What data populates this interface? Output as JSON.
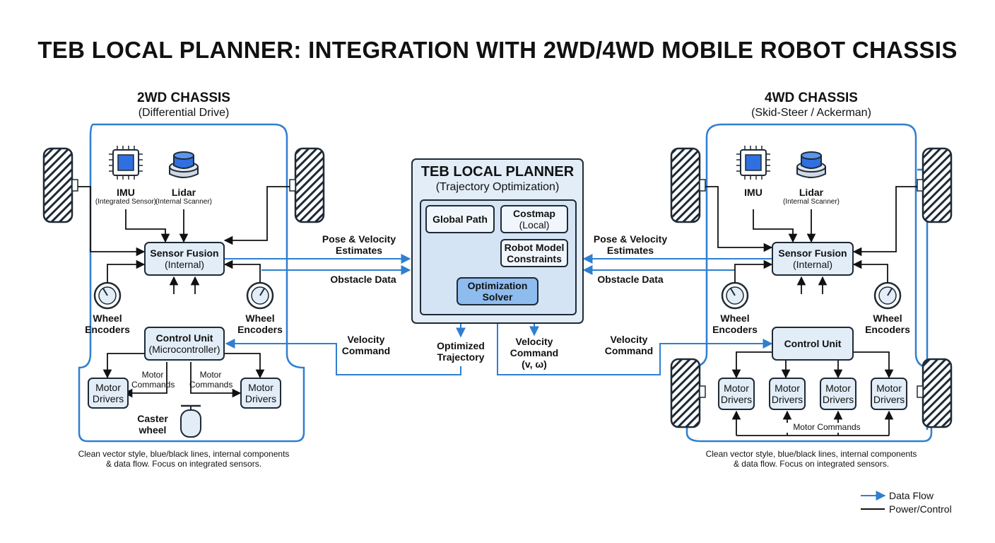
{
  "title": "TEB LOCAL PLANNER: INTEGRATION WITH 2WD/4WD MOBILE ROBOT CHASSIS",
  "left_chassis": {
    "title": "2WD CHASSIS",
    "subtitle": "(Differential Drive)",
    "imu": {
      "label": "IMU",
      "sub": "(Integrated Sensor)"
    },
    "lidar": {
      "label": "Lidar",
      "sub": "(Internal Scanner)"
    },
    "sensor_fusion": {
      "line1": "Sensor Fusion",
      "line2": "(Internal)"
    },
    "wheel_encoders_left": {
      "line1": "Wheel",
      "line2": "Encoders"
    },
    "wheel_encoders_right": {
      "line1": "Wheel",
      "line2": "Encoders"
    },
    "control_unit": {
      "line1": "Control Unit",
      "line2": "(Microcontroller)"
    },
    "motor_commands_left": {
      "line1": "Motor",
      "line2": "Commands"
    },
    "motor_commands_right": {
      "line1": "Motor",
      "line2": "Commands"
    },
    "motor_drivers_left": {
      "line1": "Motor",
      "line2": "Drivers"
    },
    "motor_drivers_right": {
      "line1": "Motor",
      "line2": "Drivers"
    },
    "caster": {
      "line1": "Caster",
      "line2": "wheel"
    },
    "note": {
      "line1": "Clean vector style, blue/black lines, internal components",
      "line2": "& data flow. Focus on integrated sensors."
    }
  },
  "planner": {
    "title": "TEB LOCAL PLANNER",
    "subtitle": "(Trajectory Optimization)",
    "global_path": "Global Path",
    "costmap": {
      "line1": "Costmap",
      "line2": "(Local)"
    },
    "robot_model": {
      "line1": "Robot Model",
      "line2": "Constraints"
    },
    "optimization": {
      "line1": "Optimization",
      "line2": "Solver"
    }
  },
  "flows": {
    "pose_left": {
      "line1": "Pose & Velocity",
      "line2": "Estimates"
    },
    "obstacle_left": "Obstacle Data",
    "velocity_left": {
      "line1": "Velocity",
      "line2": "Command"
    },
    "optimized": {
      "line1": "Optimized",
      "line2": "Trajectory"
    },
    "velocity_center": {
      "line1": "Velocity",
      "line2": "Command",
      "line3": "(v, ω)"
    },
    "pose_right": {
      "line1": "Pose & Velocity",
      "line2": "Estimates"
    },
    "obstacle_right": "Obstacle Data",
    "velocity_right": {
      "line1": "Velocity",
      "line2": "Command"
    }
  },
  "right_chassis": {
    "title": "4WD CHASSIS",
    "subtitle": "(Skid-Steer / Ackerman)",
    "imu": {
      "label": "IMU"
    },
    "lidar": {
      "label": "Lidar",
      "sub": "(Internal Scanner)"
    },
    "sensor_fusion": {
      "line1": "Sensor Fusion",
      "line2": "(Internal)"
    },
    "wheel_encoders_left": {
      "line1": "Wheel",
      "line2": "Encoders"
    },
    "wheel_encoders_right": {
      "line1": "Wheel",
      "line2": "Encoders"
    },
    "control_unit": "Control Unit",
    "motor_drivers": [
      {
        "line1": "Motor",
        "line2": "Drivers"
      },
      {
        "line1": "Motor",
        "line2": "Drivers"
      },
      {
        "line1": "Motor",
        "line2": "Drivers"
      },
      {
        "line1": "Motor",
        "line2": "Drivers"
      }
    ],
    "motor_commands": "Motor Commands",
    "note": {
      "line1": "Clean vector style, blue/black lines, internal components",
      "line2": "& data flow. Focus on integrated sensors."
    }
  },
  "legend": {
    "data_flow": "Data Flow",
    "power_control": "Power/Control"
  },
  "colors": {
    "data_flow": "#2f7fd0",
    "power_control": "#111111",
    "box_fill": "#e2edf8",
    "accent": "#3b7fe0"
  }
}
